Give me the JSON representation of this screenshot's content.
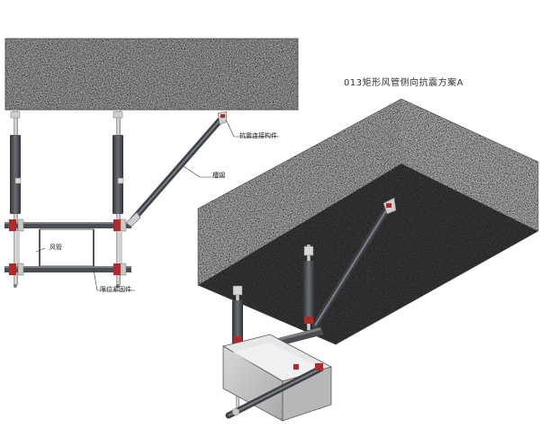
{
  "title": "013矩形风管侧向抗震方案A",
  "labels": {
    "connector": "抗震连接构件",
    "channel": "槽钢",
    "duct": "风管",
    "clamp": "限位紧固件"
  },
  "colors": {
    "concrete_light": "#8f8f8f",
    "concrete_dark": "#3a3a3a",
    "steel_dark": "#4a4d52",
    "rod_silver": "#c7c7c7",
    "accent_red": "#b02a2a",
    "duct_face": "#c4c4c4"
  }
}
